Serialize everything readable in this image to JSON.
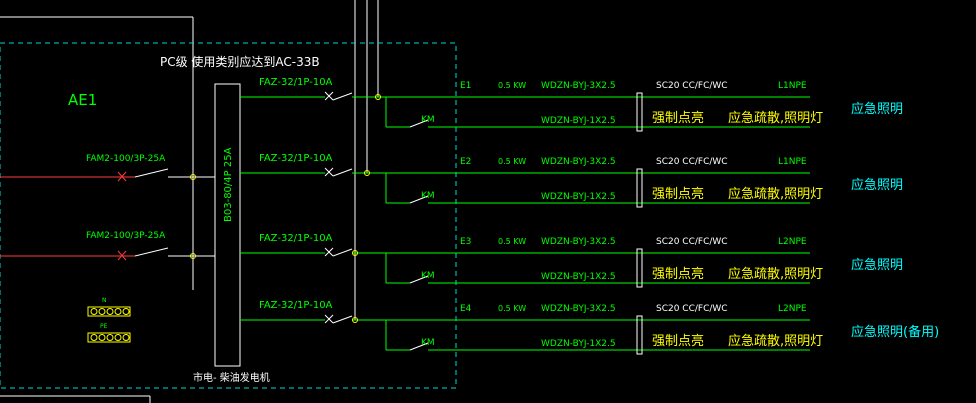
{
  "colors": {
    "background": "#000000",
    "wire_green": "#00ff00",
    "label_green": "#00ff00",
    "white": "#ffffff",
    "yellow": "#ffff00",
    "red": "#ff3b3b",
    "cyan": "#00ffff",
    "boundary_cyan": "#00d6d6"
  },
  "panel": {
    "id": "AE1",
    "title": "PC级  使用类别应达到AC-33B",
    "ats_label": "B03-80/4P 25A",
    "ats_caption": "市电- 柴油发电机",
    "n_label": "N",
    "pe_label": "PE"
  },
  "incomers": [
    {
      "label": "FAM2-100/3P-25A"
    },
    {
      "label": "FAM2-100/3P-25A"
    }
  ],
  "circuits": [
    {
      "breaker": "FAZ-32/1P-10A",
      "circuit_id": "E1",
      "power": "0.5 KW",
      "cable_main": "WDZN-BYJ-3X2.5",
      "cable_ctrl": "WDZN-BYJ-1X2.5",
      "conduit": "SC20  CC/FC/WC",
      "phase": "L1NPE",
      "relay": "KM",
      "forced_on": "强制点亮",
      "evac_light": "应急疏散,照明灯",
      "load": "应急照明"
    },
    {
      "breaker": "FAZ-32/1P-10A",
      "circuit_id": "E2",
      "power": "0.5 KW",
      "cable_main": "WDZN-BYJ-3X2.5",
      "cable_ctrl": "WDZN-BYJ-1X2.5",
      "conduit": "SC20  CC/FC/WC",
      "phase": "L1NPE",
      "relay": "KM",
      "forced_on": "强制点亮",
      "evac_light": "应急疏散,照明灯",
      "load": "应急照明"
    },
    {
      "breaker": "FAZ-32/1P-10A",
      "circuit_id": "E3",
      "power": "0.5 KW",
      "cable_main": "WDZN-BYJ-3X2.5",
      "cable_ctrl": "WDZN-BYJ-1X2.5",
      "conduit": "SC20  CC/FC/WC",
      "phase": "L2NPE",
      "relay": "KM",
      "forced_on": "强制点亮",
      "evac_light": "应急疏散,照明灯",
      "load": "应急照明"
    },
    {
      "breaker": "FAZ-32/1P-10A",
      "circuit_id": "E4",
      "power": "0.5 KW",
      "cable_main": "WDZN-BYJ-3X2.5",
      "cable_ctrl": "WDZN-BYJ-1X2.5",
      "conduit": "SC20  CC/FC/WC",
      "phase": "L2NPE",
      "relay": "KM",
      "forced_on": "强制点亮",
      "evac_light": "应急疏散,照明灯",
      "load": "应急照明(备用)"
    }
  ]
}
